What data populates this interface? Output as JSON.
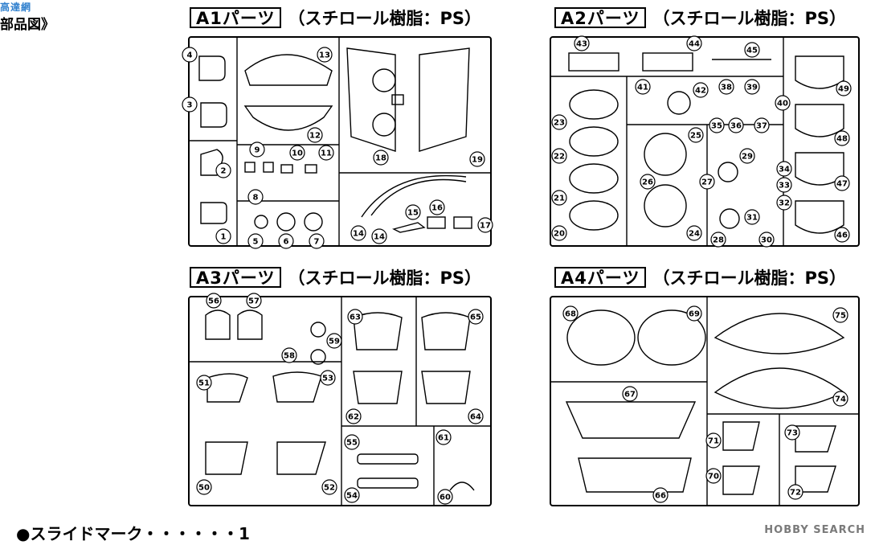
{
  "corner": {
    "logo": "高達網",
    "title": "部品図》"
  },
  "sheets": [
    {
      "code": "A1パーツ",
      "material": "（スチロール樹脂：PS）",
      "parts": [
        "1",
        "2",
        "3",
        "4",
        "5",
        "6",
        "7",
        "8",
        "9",
        "10",
        "11",
        "12",
        "13",
        "14",
        "14",
        "15",
        "16",
        "17",
        "18",
        "19"
      ]
    },
    {
      "code": "A2パーツ",
      "material": "（スチロール樹脂：PS）",
      "parts": [
        "20",
        "21",
        "22",
        "23",
        "24",
        "25",
        "26",
        "27",
        "28",
        "29",
        "30",
        "31",
        "32",
        "33",
        "34",
        "35",
        "36",
        "37",
        "38",
        "39",
        "40",
        "41",
        "42",
        "43",
        "44",
        "45",
        "46",
        "47",
        "48",
        "49"
      ]
    },
    {
      "code": "A3パーツ",
      "material": "（スチロール樹脂：PS）",
      "parts": [
        "50",
        "51",
        "52",
        "53",
        "54",
        "55",
        "56",
        "57",
        "58",
        "59",
        "60",
        "61",
        "62",
        "63",
        "64",
        "65"
      ]
    },
    {
      "code": "A4パーツ",
      "material": "（スチロール樹脂：PS）",
      "parts": [
        "66",
        "67",
        "68",
        "69",
        "70",
        "71",
        "72",
        "73",
        "74",
        "75"
      ]
    }
  ],
  "footer": {
    "note": "●スライドマーク・・・・・・1"
  },
  "watermark": {
    "text": "HOBBY SEARCH"
  }
}
